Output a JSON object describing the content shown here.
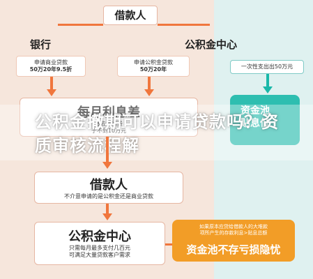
{
  "top": {
    "title": "借款人"
  },
  "bank": {
    "label": "银行",
    "line1": "申请商业贷款",
    "line2": "50万20年9.5折"
  },
  "pf": {
    "label": "公积金中心",
    "line1": "申请公积金贷款",
    "line2": "50万20年"
  },
  "right": {
    "line1": "一次性支出出50万元"
  },
  "monthly": {
    "title": "每月利息差",
    "sub1": "省去手续费",
    "sub2": "于不到10万元"
  },
  "borrower": {
    "title": "借款人",
    "sub": "不介意申请的是公积金还是商业贷款"
  },
  "pf_center": {
    "title": "公积金中心",
    "sub1": "只需每月最多支付几百元",
    "sub2": "可满足大量贷款客户需求"
  },
  "orange": {
    "line1": "如果原本应贷给借款人的大堆款",
    "line2": "项所产生的存款利息>贴息总额",
    "big": "资金池不存亏损隐忧"
  },
  "cyan": {
    "line1": "资金池",
    "line2": "贴息低"
  },
  "overlay": {
    "text": "公积金撤期可以申请贷款吗？资质审核流程解"
  },
  "colors": {
    "accent": "#f0763d",
    "cyan": "#1ab8a9",
    "orange": "#f29b23"
  }
}
